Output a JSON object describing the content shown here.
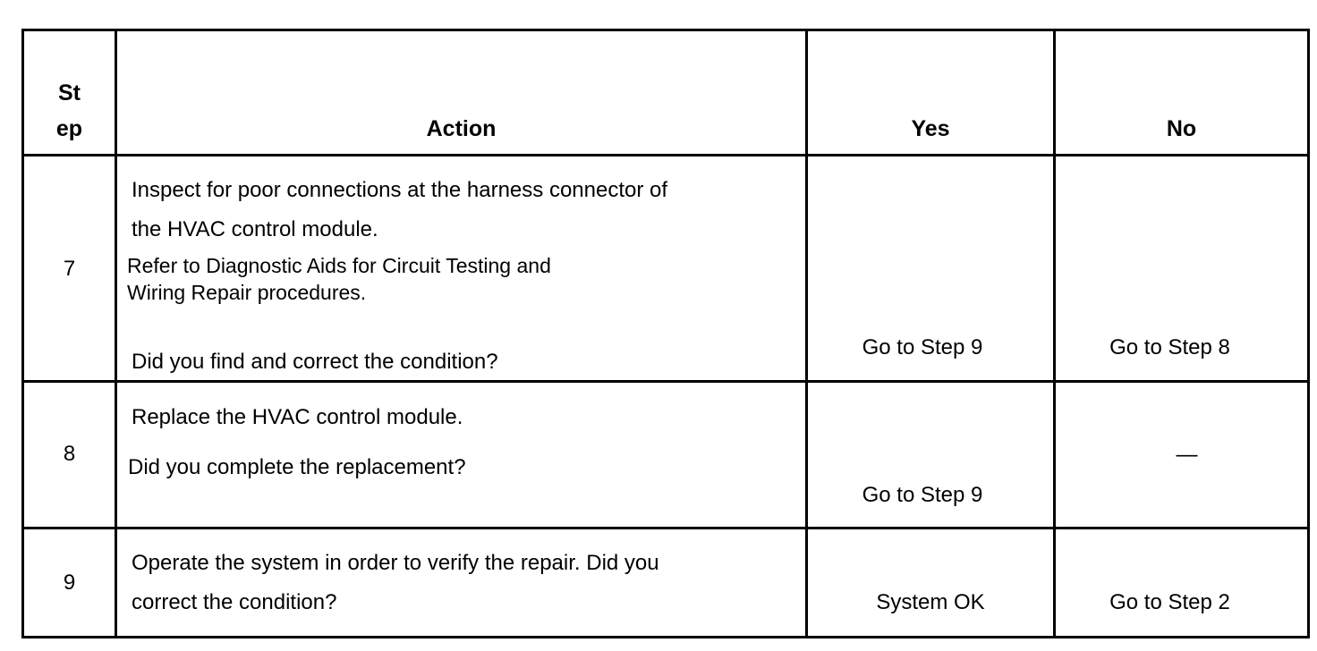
{
  "header": {
    "step": "St\nep",
    "action": "Action",
    "yes": "Yes",
    "no": "No"
  },
  "rows": [
    {
      "step": "7",
      "action": [
        "Inspect for poor connections at the harness connector of",
        "the HVAC control module.",
        "Refer to Diagnostic Aids for Circuit Testing and",
        "Wiring Repair procedures.",
        "Did you find and correct the condition?"
      ],
      "yes": "Go to Step 9",
      "no": "Go to Step 8"
    },
    {
      "step": "8",
      "action": [
        "Replace the HVAC control module.",
        "Did you complete the replacement?"
      ],
      "yes": "Go to Step 9",
      "no": "—"
    },
    {
      "step": "9",
      "action": [
        "Operate the system in order to verify the repair. Did you",
        "correct the condition?"
      ],
      "yes": "System OK",
      "no": "Go to Step 2"
    }
  ]
}
